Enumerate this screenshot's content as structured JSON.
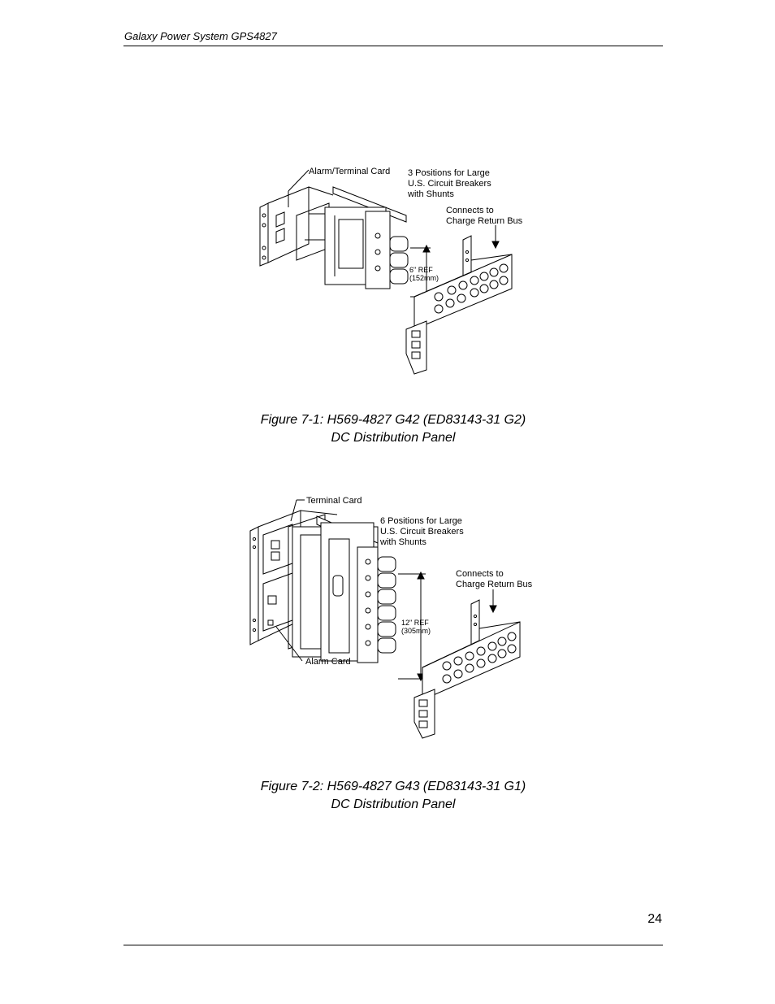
{
  "header": {
    "title": "Galaxy Power System GPS4827"
  },
  "figure1": {
    "labels": {
      "alarm_terminal_card": "Alarm/Terminal Card",
      "positions_line1": "3 Positions for Large",
      "positions_line2": "U.S. Circuit Breakers",
      "positions_line3": "with Shunts",
      "connects_line1": "Connects to",
      "connects_line2": "Charge Return Bus",
      "ref_line1": "6\" REF",
      "ref_line2": "(152mm)"
    },
    "caption_line1": "Figure 7-1: H569-4827 G42 (ED83143-31 G2)",
    "caption_line2": "DC Distribution Panel"
  },
  "figure2": {
    "labels": {
      "terminal_card": "Terminal Card",
      "positions_line1": "6 Positions for Large",
      "positions_line2": "U.S. Circuit Breakers",
      "positions_line3": "with Shunts",
      "connects_line1": "Connects to",
      "connects_line2": "Charge Return Bus",
      "ref_line1": "12\" REF",
      "ref_line2": "(305mm)",
      "alarm_card": "Alarm Card"
    },
    "caption_line1": "Figure 7-2: H569-4827 G43 (ED83143-31 G1)",
    "caption_line2": "DC Distribution Panel"
  },
  "footer": {
    "page_number": "24"
  }
}
